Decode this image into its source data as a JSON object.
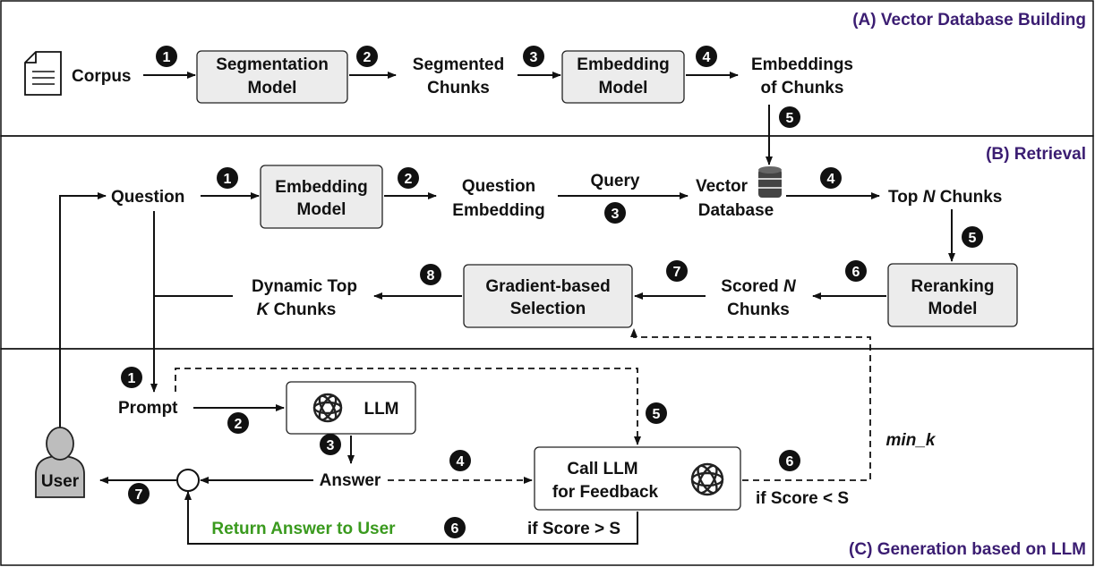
{
  "sections": {
    "a": "(A) Vector Database Building",
    "b": "(B) Retrieval",
    "c": "(C) Generation based on LLM"
  },
  "panel_a": {
    "corpus": "Corpus",
    "segmentation_model": [
      "Segmentation",
      "Model"
    ],
    "segmented_chunks": [
      "Segmented",
      "Chunks"
    ],
    "embedding_model": [
      "Embedding",
      "Model"
    ],
    "embeddings_of_chunks": [
      "Embeddings",
      "of Chunks"
    ],
    "steps": [
      "1",
      "2",
      "3",
      "4",
      "5"
    ]
  },
  "panel_b": {
    "question": "Question",
    "embedding_model": [
      "Embedding",
      "Model"
    ],
    "question_embedding": [
      "Question",
      "Embedding"
    ],
    "query": "Query",
    "vector_database": [
      "Vector",
      "Database"
    ],
    "top_n": [
      "Top ",
      "N",
      " Chunks"
    ],
    "reranking_model": [
      "Reranking",
      "Model"
    ],
    "scored_n": [
      "Scored ",
      "N",
      "Chunks"
    ],
    "gradient_selection": [
      "Gradient-based",
      "Selection"
    ],
    "dynamic_top_k": [
      "Dynamic Top",
      "K",
      " Chunks"
    ],
    "steps": [
      "1",
      "2",
      "3",
      "4",
      "5",
      "6",
      "7",
      "8"
    ]
  },
  "panel_c": {
    "prompt": "Prompt",
    "llm": "LLM",
    "answer": "Answer",
    "call_llm": [
      "Call LLM",
      "for Feedback"
    ],
    "user": "User",
    "return_answer": "Return Answer to User",
    "if_score_gt": "if Score > S",
    "if_score_lt": "if Score < S",
    "min_k": "min_k",
    "steps": [
      "1",
      "2",
      "3",
      "4",
      "5",
      "6",
      "6",
      "7"
    ]
  },
  "colors": {
    "section_title": "#3b1d72",
    "return_text": "#3a9a1e",
    "box_fill": "#ececec"
  }
}
